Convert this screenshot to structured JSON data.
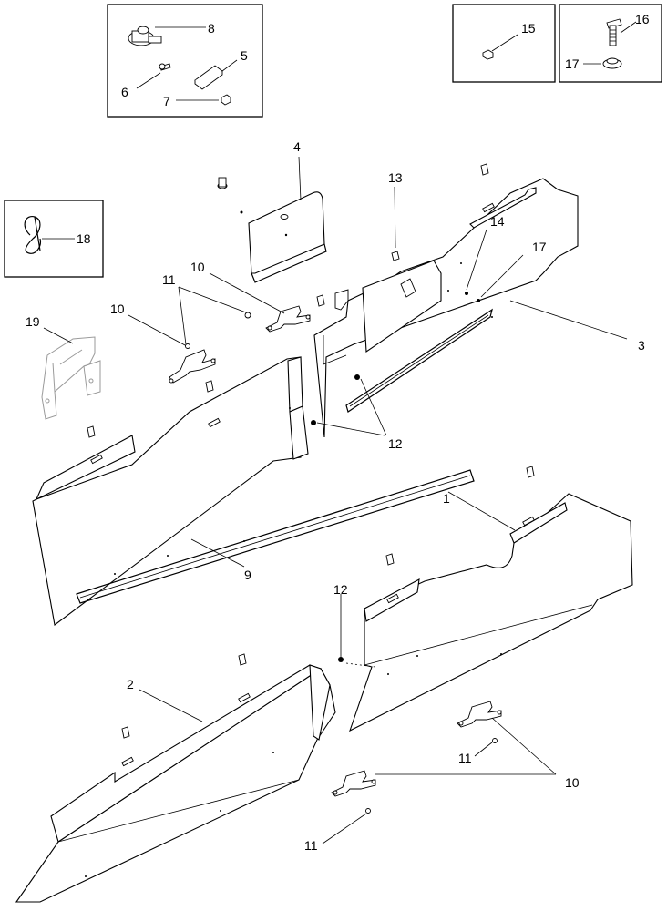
{
  "diagram": {
    "callouts": [
      {
        "id": "c1",
        "label": "1"
      },
      {
        "id": "c2",
        "label": "2"
      },
      {
        "id": "c3",
        "label": "3"
      },
      {
        "id": "c4",
        "label": "4"
      },
      {
        "id": "c5",
        "label": "5"
      },
      {
        "id": "c6",
        "label": "6"
      },
      {
        "id": "c7",
        "label": "7"
      },
      {
        "id": "c8",
        "label": "8"
      },
      {
        "id": "c9",
        "label": "9"
      },
      {
        "id": "c10a",
        "label": "10"
      },
      {
        "id": "c10b",
        "label": "10"
      },
      {
        "id": "c10c",
        "label": "10"
      },
      {
        "id": "c11a",
        "label": "11"
      },
      {
        "id": "c11b",
        "label": "11"
      },
      {
        "id": "c11c",
        "label": "11"
      },
      {
        "id": "c12a",
        "label": "12"
      },
      {
        "id": "c12b",
        "label": "12"
      },
      {
        "id": "c13",
        "label": "13"
      },
      {
        "id": "c14",
        "label": "14"
      },
      {
        "id": "c15",
        "label": "15"
      },
      {
        "id": "c16",
        "label": "16"
      },
      {
        "id": "c17a",
        "label": "17"
      },
      {
        "id": "c17b",
        "label": "17"
      },
      {
        "id": "c18",
        "label": "18"
      },
      {
        "id": "c19",
        "label": "19"
      }
    ]
  }
}
